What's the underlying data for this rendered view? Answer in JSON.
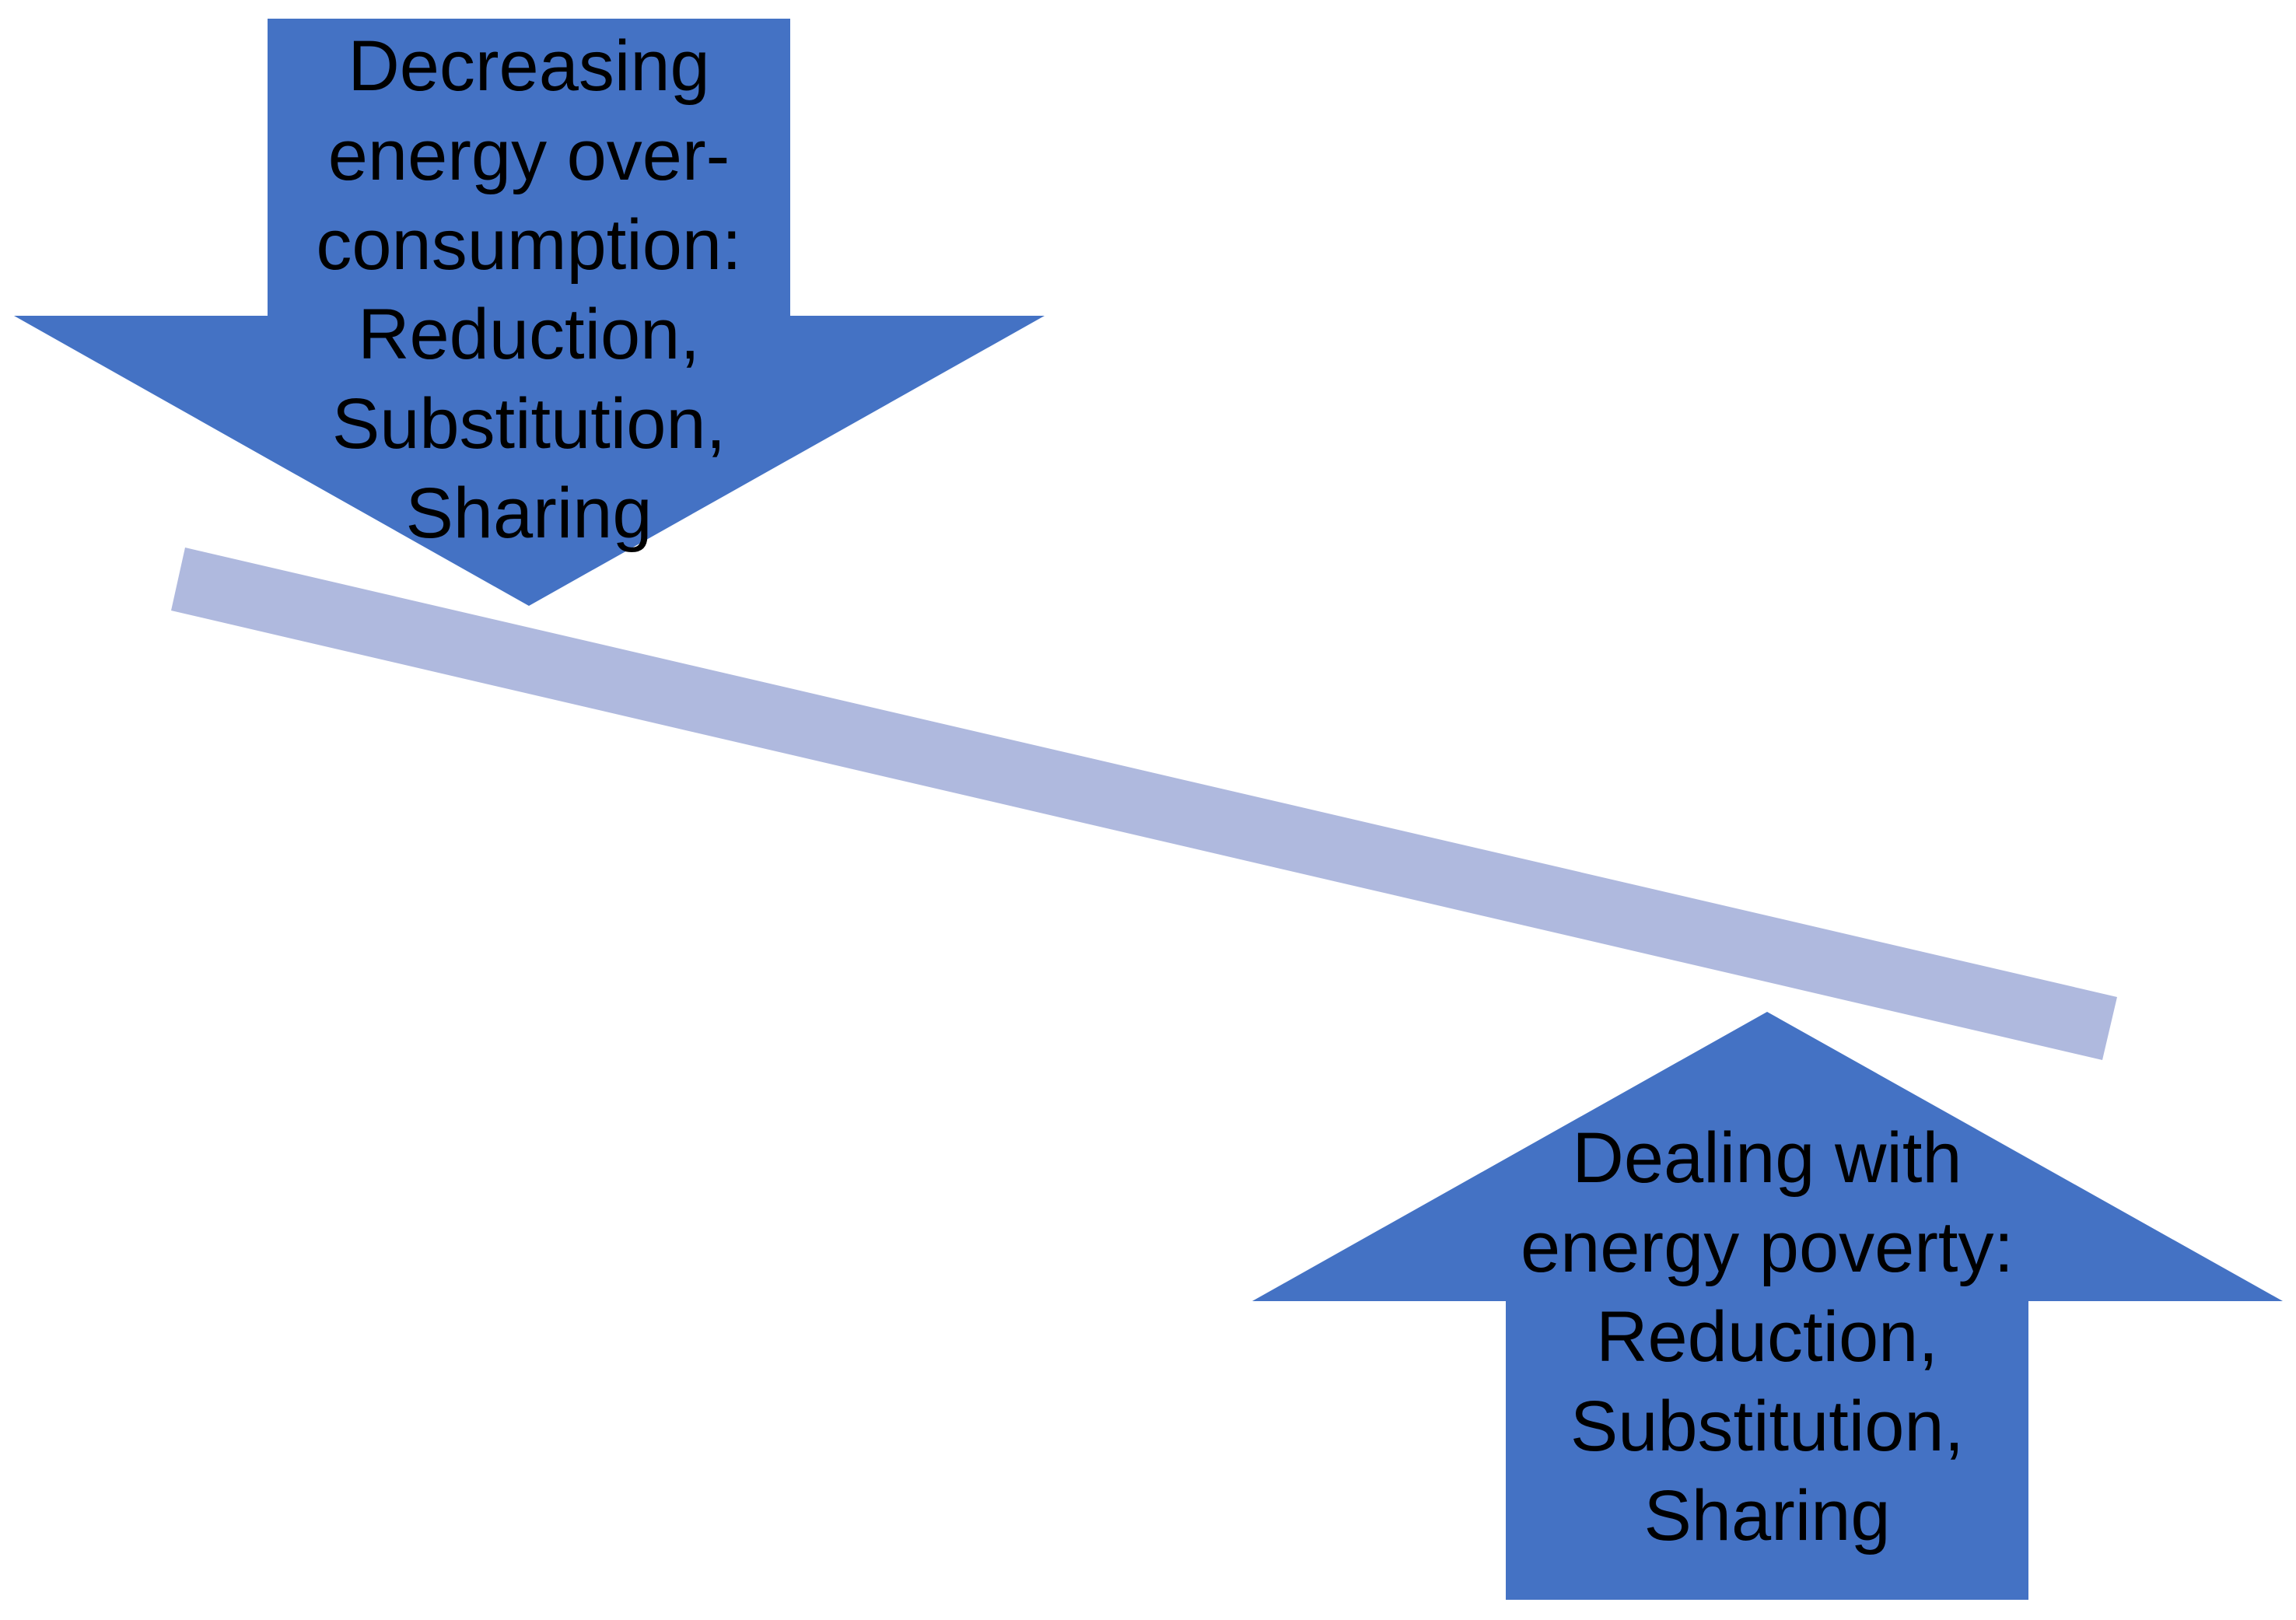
{
  "diagram": {
    "type": "seesaw-balance-diagram",
    "colors": {
      "arrow_fill": "#4472C4",
      "beam_fill": "#AFB9DE",
      "text": "#000000",
      "background": "#FFFFFF"
    },
    "down_arrow": {
      "label": "Decreasing\nenergy over-\nconsumption:\nReduction,\nSubstitution,\nSharing"
    },
    "up_arrow": {
      "label": "Dealing with\nenergy poverty:\nReduction,\nSubstitution,\nSharing"
    }
  }
}
